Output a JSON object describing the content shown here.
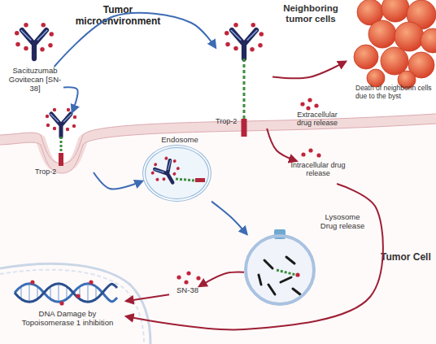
{
  "diagram": {
    "nodes": [
      {
        "text": [
          "Sacituzumab Govitecan [SN-38]"
        ]
      },
      {
        "text": [
          "Trop-2"
        ]
      },
      {
        "text": [
          "Neighboring tumor cells",
          "Death of neighborin cells due to the byst"
        ]
      },
      {
        "text": [
          "Extracellular drug release"
        ]
      },
      {
        "text": [
          "Tumor Cell"
        ]
      },
      {
        "text": [
          "Trop-2"
        ]
      },
      {
        "text": [
          "Endosome"
        ],
        "in": 4
      },
      {
        "text": [
          "Intracellular drug release"
        ],
        "in": 4
      },
      {
        "text": [
          "Lysosome Drug release"
        ],
        "in": 4
      },
      {
        "text": [
          "SN-38"
        ],
        "in": 4
      },
      {
        "text": [
          "DNA Damage by Topoisomerase 1 inhibition"
        ],
        "in": 4
      }
    ],
    "edges": [
      {
        "from": 0,
        "to": 1,
        "arrow": "to"
      },
      {
        "from": 0,
        "to": 5,
        "arrow": "to"
      },
      {
        "from": 1,
        "to": 2,
        "arrow": "to"
      },
      {
        "from": 1,
        "to": 7,
        "arrow": "to"
      },
      {
        "from": 5,
        "to": 6,
        "arrow": "to"
      },
      {
        "from": 6,
        "to": 8,
        "arrow": "to"
      },
      {
        "from": 8,
        "to": 9,
        "arrow": "to"
      },
      {
        "from": 9,
        "to": 10,
        "arrow": "to"
      },
      {
        "from": 7,
        "to": 10,
        "arrow": "to"
      }
    ],
    "labels": [
      "Tumor microenvironment"
    ]
  }
}
